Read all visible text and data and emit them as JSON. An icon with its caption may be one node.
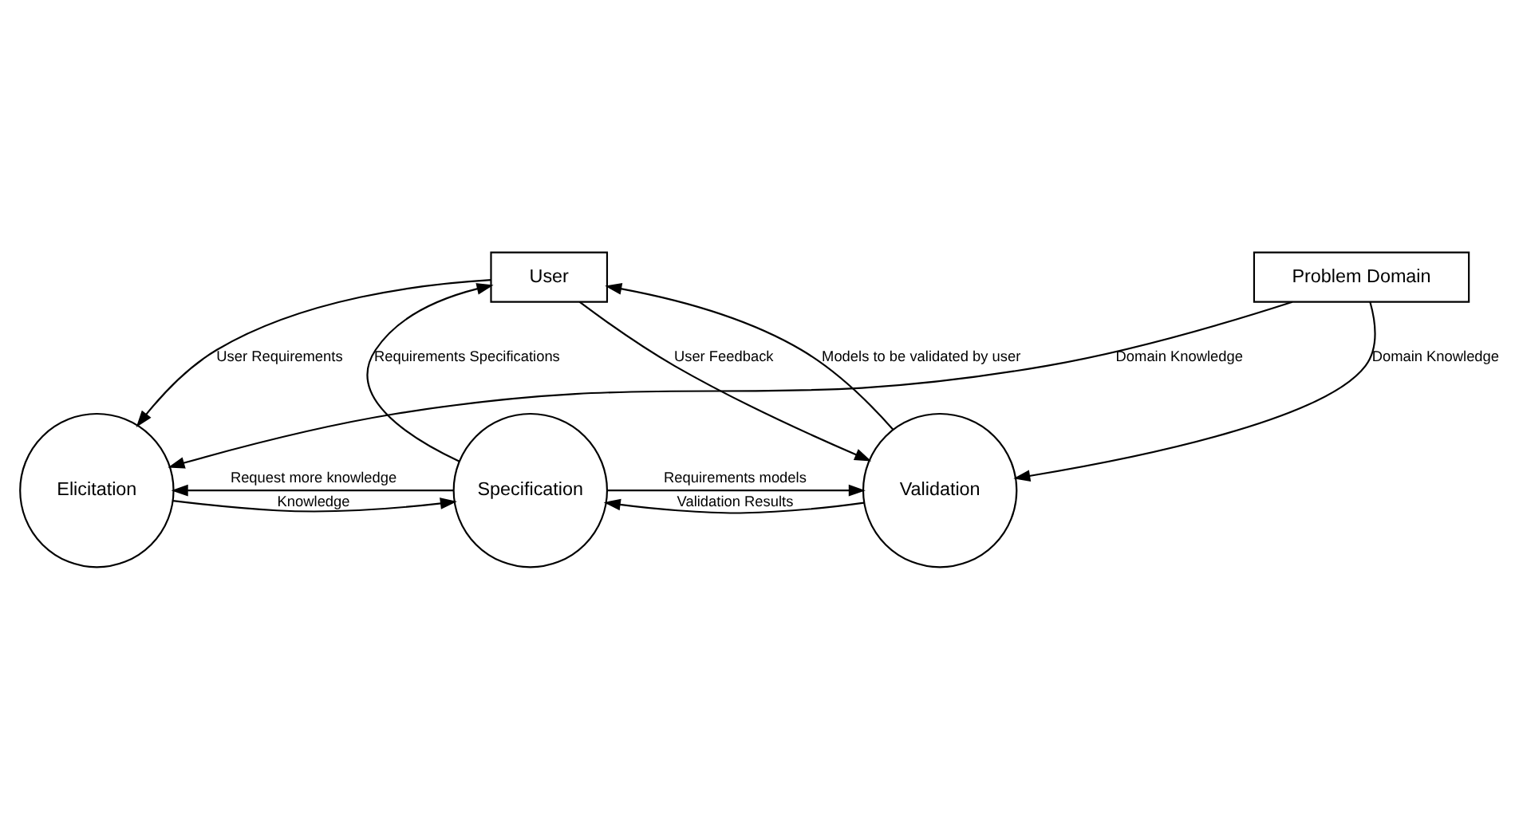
{
  "diagram": {
    "nodes": [
      {
        "text": [
          "User"
        ]
      },
      {
        "text": [
          "Elicitation"
        ]
      },
      {
        "text": [
          "Specification"
        ]
      },
      {
        "text": [
          "Validation"
        ]
      },
      {
        "text": [
          "Problem Domain"
        ]
      }
    ],
    "edges": [
      {
        "from": 0,
        "to": 1,
        "arrow": "to",
        "label": "User Requirements"
      },
      {
        "from": 2,
        "to": 0,
        "arrow": "to",
        "label": "Requirements Specifications"
      },
      {
        "from": 3,
        "to": 0,
        "arrow": "to",
        "label": "Models to be validated by user"
      },
      {
        "from": 0,
        "to": 3,
        "arrow": "to",
        "label": "User Feedback"
      },
      {
        "from": 1,
        "to": 2,
        "arrow": "to",
        "label": "Knowledge"
      },
      {
        "from": 2,
        "to": 1,
        "arrow": "to",
        "label": "Request more knowledge"
      },
      {
        "from": 2,
        "to": 3,
        "arrow": "to",
        "label": "Requirements models"
      },
      {
        "from": 3,
        "to": 2,
        "arrow": "to",
        "label": "Validation Results"
      },
      {
        "from": 4,
        "to": 1,
        "arrow": "to",
        "label": "Domain Knowledge"
      },
      {
        "from": 4,
        "to": 3,
        "arrow": "to",
        "label": "Domain Knowledge"
      }
    ]
  }
}
